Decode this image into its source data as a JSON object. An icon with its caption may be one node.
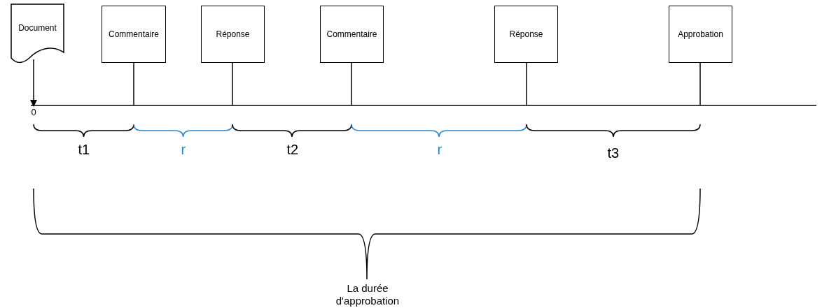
{
  "diagram": {
    "nodes": [
      {
        "text": [
          "Document"
        ]
      },
      {
        "text": [
          "Commentaire"
        ]
      },
      {
        "text": [
          "Réponse"
        ]
      },
      {
        "text": [
          "Commentaire"
        ]
      },
      {
        "text": [
          "Réponse"
        ]
      },
      {
        "text": [
          "Approbation"
        ]
      },
      {
        "text": [
          "0"
        ]
      }
    ],
    "edges": [
      {
        "from": 0,
        "to": 6,
        "arrow": "to"
      },
      {
        "from": 1,
        "to": null,
        "arrow": "none"
      },
      {
        "from": 2,
        "to": null,
        "arrow": "none"
      },
      {
        "from": 3,
        "to": null,
        "arrow": "none"
      },
      {
        "from": 4,
        "to": null,
        "arrow": "none"
      },
      {
        "from": 5,
        "to": null,
        "arrow": "none"
      }
    ],
    "labels": [
      "t1",
      "r",
      "t2",
      "r",
      "t3",
      "La durée d'approbation"
    ]
  }
}
